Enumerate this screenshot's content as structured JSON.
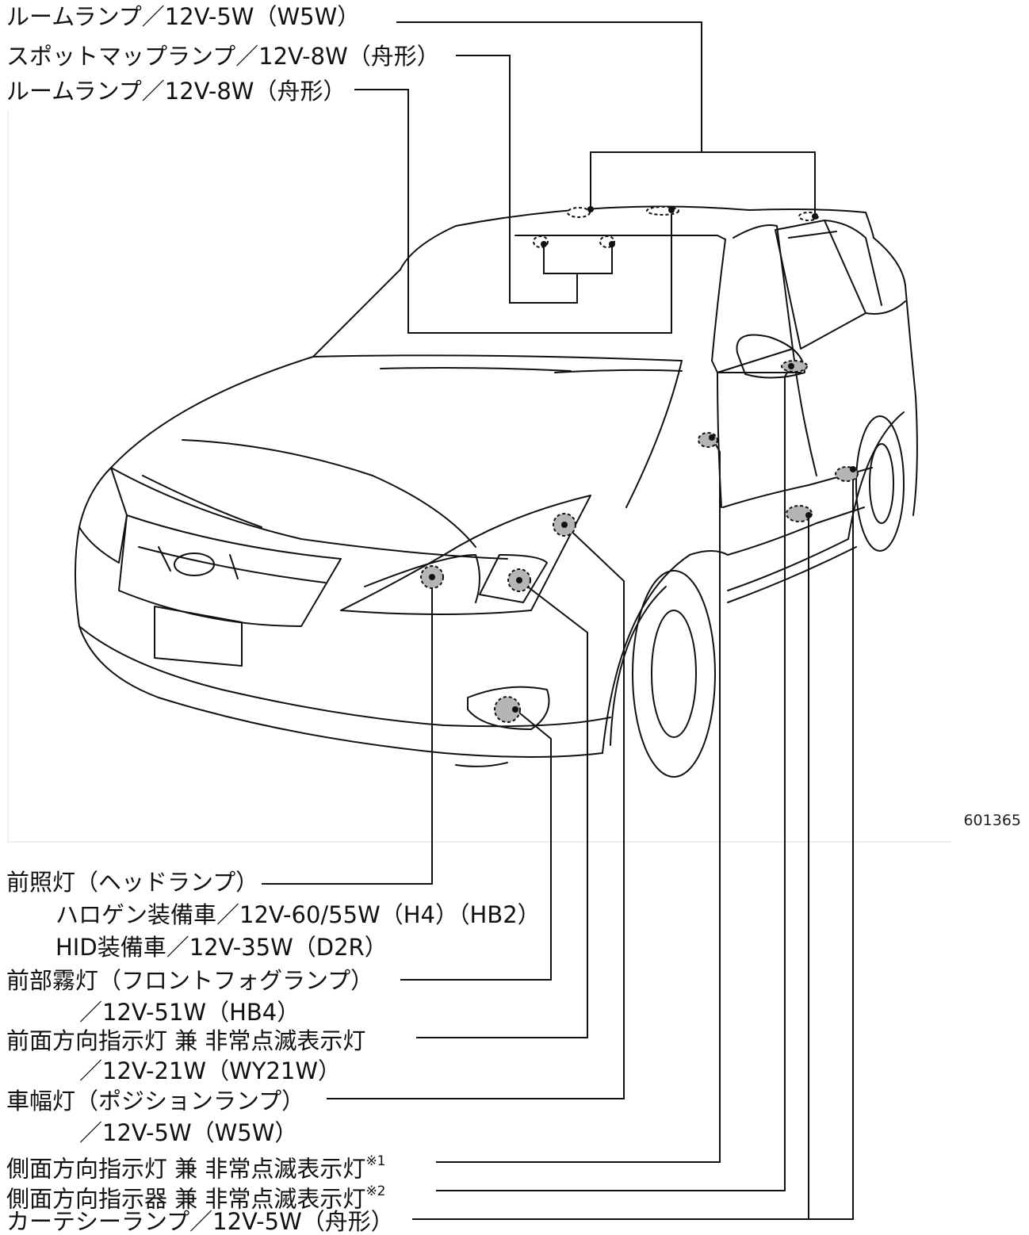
{
  "top_labels": [
    {
      "id": "room-lamp-w5w",
      "text": "ルームランプ／12V-5W（W5W）"
    },
    {
      "id": "spot-map-lamp",
      "text": "スポットマップランプ／12V-8W（舟形）"
    },
    {
      "id": "room-lamp-8w",
      "text": "ルームランプ／12V-8W（舟形）"
    }
  ],
  "figure_id": "601365",
  "bottom_labels": [
    {
      "id": "headlamp",
      "text": "前照灯（ヘッドランプ）"
    },
    {
      "id": "headlamp-halogen",
      "text": "ハロゲン装備車／12V-60/55W（H4）（HB2）"
    },
    {
      "id": "headlamp-hid",
      "text": "HID装備車／12V-35W（D2R）"
    },
    {
      "id": "front-fog",
      "text": "前部霧灯（フロントフォグランプ）"
    },
    {
      "id": "front-fog-spec",
      "text": "／12V-51W（HB4）"
    },
    {
      "id": "front-turn",
      "text": "前面方向指示灯 兼 非常点滅表示灯"
    },
    {
      "id": "front-turn-spec",
      "text": "／12V-21W（WY21W）"
    },
    {
      "id": "position-lamp",
      "text": "車幅灯（ポジションランプ）"
    },
    {
      "id": "position-lamp-spec",
      "text": "／12V-5W（W5W）"
    },
    {
      "id": "side-turn-1",
      "text": "側面方向指示灯 兼 非常点滅表示灯",
      "note": "※1"
    },
    {
      "id": "side-turn-2",
      "text": "側面方向指示器 兼 非常点滅表示灯",
      "note": "※2"
    },
    {
      "id": "courtesy-lamp",
      "text": "カーテシーランプ／12V-5W（舟形）"
    }
  ],
  "colors": {
    "line": "#111111",
    "lamp_fill": "#b5b5b5"
  }
}
